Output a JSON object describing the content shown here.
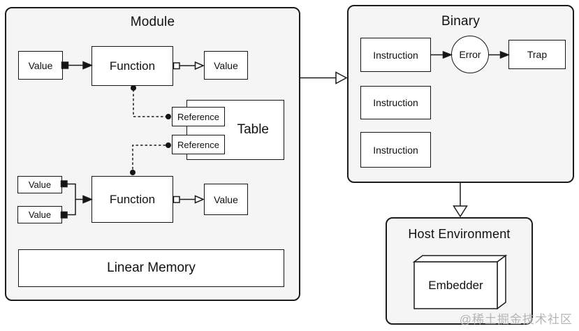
{
  "diagram": {
    "module": {
      "title": "Module",
      "value_in_top": "Value",
      "function_top": "Function",
      "value_out_top": "Value",
      "reference_1": "Reference",
      "reference_2": "Reference",
      "table_title": "Table",
      "value_in_bottom_1": "Value",
      "value_in_bottom_2": "Value",
      "function_bottom": "Function",
      "value_out_bottom": "Value",
      "linear_memory": "Linear Memory"
    },
    "binary": {
      "title": "Binary",
      "instructions": [
        "Instruction",
        "Instruction",
        "Instruction"
      ],
      "error": "Error",
      "trap": "Trap"
    },
    "host": {
      "title": "Host Environment",
      "embedder": "Embedder"
    },
    "watermark": "@稀土掘金技术社区",
    "colors": {
      "container_fill": "#f5f5f5",
      "node_fill": "#ffffff",
      "stroke": "#1c1c1c",
      "watermark": "#b5b5b5"
    }
  }
}
